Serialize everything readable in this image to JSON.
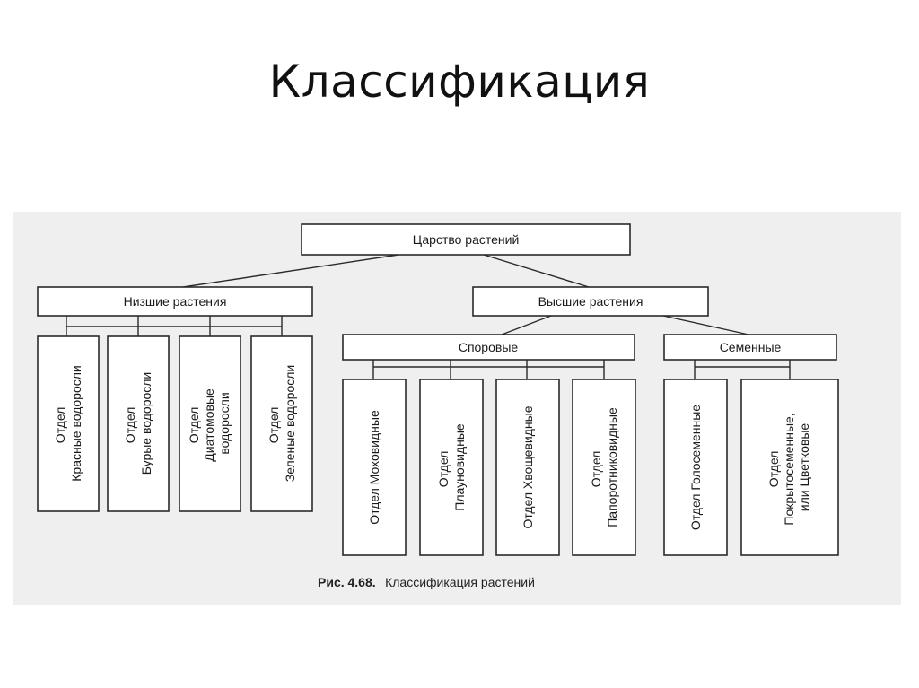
{
  "slide": {
    "title": "Классификация"
  },
  "diagram": {
    "root": "Царство растений",
    "lower": {
      "label": "Низшие растения",
      "divisions": [
        [
          "Отдел",
          "Красные водоросли"
        ],
        [
          "Отдел",
          "Бурые водоросли"
        ],
        [
          "Отдел",
          "Диатомовые",
          "водоросли"
        ],
        [
          "Отдел",
          "Зеленые водоросли"
        ]
      ]
    },
    "higher": {
      "label": "Высшие растения",
      "spore": {
        "label": "Споровые",
        "divisions": [
          [
            "Отдел Моховидные"
          ],
          [
            "Отдел",
            "Плауновидные"
          ],
          [
            "Отдел Хвощевидные"
          ],
          [
            "Отдел",
            "Папоротниковидные"
          ]
        ]
      },
      "seed": {
        "label": "Семенные",
        "divisions": [
          [
            "Отдел Голосеменные"
          ],
          [
            "Отдел",
            "Покрытосеменные,",
            "или Цветковые"
          ]
        ]
      }
    },
    "caption": {
      "figure": "Рис. 4.68.",
      "text": "Классификация растений"
    }
  }
}
